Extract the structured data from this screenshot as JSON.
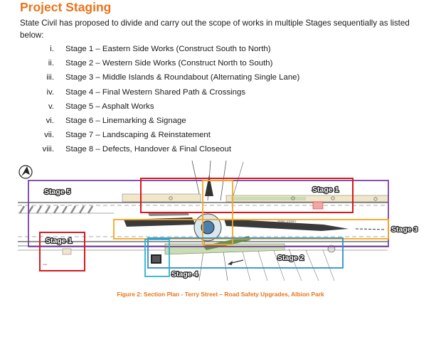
{
  "heading": "Project Staging",
  "intro": "State Civil has proposed to divide and carry out the scope of works in multiple Stages sequentially as listed below:",
  "stages": [
    {
      "num": "i.",
      "text": "Stage 1 – Eastern Side Works (Construct South to North)"
    },
    {
      "num": "ii.",
      "text": "Stage 2 – Western Side Works (Construct North to South)"
    },
    {
      "num": "iii.",
      "text": "Stage 3 – Middle Islands & Roundabout (Alternating Single Lane)"
    },
    {
      "num": "iv.",
      "text": "Stage 4 – Final Western Shared Path & Crossings"
    },
    {
      "num": "v.",
      "text": "Stage 5 – Asphalt Works"
    },
    {
      "num": "vi.",
      "text": "Stage 6 – Linemarking & Signage"
    },
    {
      "num": "vii.",
      "text": "Stage 7 – Landscaping & Reinstatement"
    },
    {
      "num": "viii.",
      "text": "Stage 8 – Defects, Handover & Final Closeout"
    }
  ],
  "plan": {
    "labels": {
      "stage5": "Stage 5",
      "stage1_top": "Stage 1",
      "stage3": "Stage 3",
      "stage1_left": "Stage 1",
      "stage2": "Stage 2",
      "stage4": "Stage 4"
    },
    "street_name": "TERRY STREET",
    "colors": {
      "stage1": "#d7191c",
      "stage2": "#2b8fd0",
      "stage3": "#f5a623",
      "stage5": "#7a3fa0"
    }
  },
  "caption": "Figure 2: Section Plan - Terry Street – Road Safety Upgrades, Albion Park"
}
